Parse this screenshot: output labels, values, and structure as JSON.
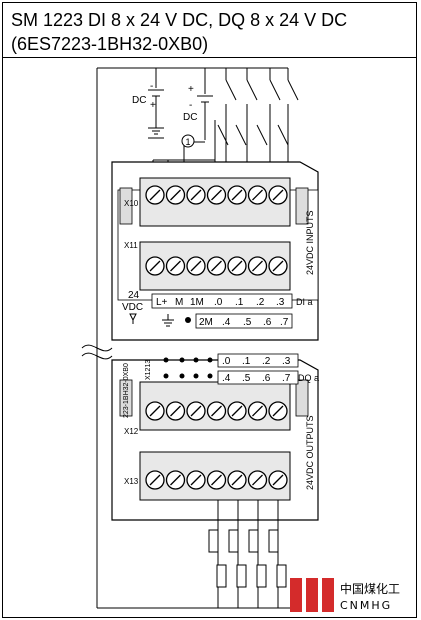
{
  "title": {
    "line1": "SM 1223 DI 8 x 24 V DC, DQ 8 x 24 V DC",
    "line2": "(6ES7223-1BH32-0XB0)"
  },
  "diagram": {
    "dc_source_top": "DC",
    "dc_plus_top": "+",
    "dc_minus_top": "-",
    "dc_source_mid": "DC",
    "dc_plus_mid": "+",
    "dc_minus_mid": "-",
    "callout_1": "1",
    "connectors": [
      "X10",
      "X11",
      "X12",
      "X13"
    ],
    "upper_row_labels": [
      "L+",
      "M",
      "1M",
      ".0",
      ".1",
      ".2",
      ".3"
    ],
    "upper_row_tail": "DI a",
    "lower_row_labels": [
      "2M",
      ".4",
      ".5",
      ".6",
      ".7"
    ],
    "supply_label_1": "24",
    "supply_label_2": "VDC",
    "inputs_side_label": "24VDC INPUTS",
    "dq_row1_labels": [
      ".0",
      ".1",
      ".2",
      ".3"
    ],
    "dq_row2_labels": [
      ".4",
      ".5",
      ".6",
      ".7"
    ],
    "dq_tail": "DQ a",
    "part_number_vertical": "223-1BH32-0XB0",
    "x_code": "X1213",
    "outputs_side_label": "24VDC OUTPUTS",
    "watermark_cn": "中国煤化工",
    "watermark_en": "CNMHG"
  }
}
